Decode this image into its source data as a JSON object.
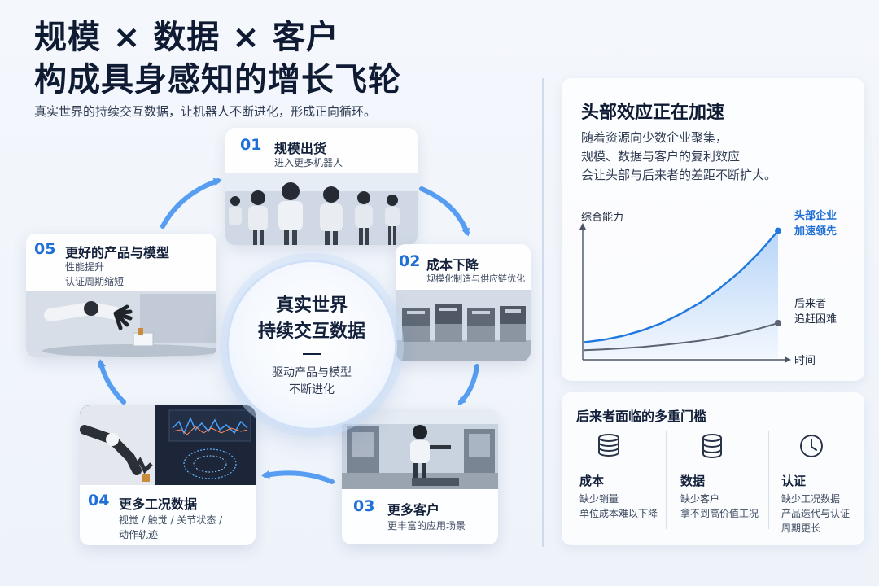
{
  "header": {
    "title_line1": "规模 × 数据 × 客户",
    "title_line2": "构成具身感知的增长飞轮",
    "subtitle": "真实世界的持续交互数据，让机器人不断进化，形成正向循环。"
  },
  "center": {
    "main_line1": "真实世界",
    "main_line2": "持续交互数据",
    "sub_line1": "驱动产品与模型",
    "sub_line2": "不断进化"
  },
  "steps": [
    {
      "num": "01",
      "title": "规模出货",
      "desc_line1": "进入更多机器人",
      "desc_line2": ""
    },
    {
      "num": "02",
      "title": "成本下降",
      "desc_line1": "规模化制造与供应链优化",
      "desc_line2": ""
    },
    {
      "num": "03",
      "title": "更多客户",
      "desc_line1": "更丰富的应用场景",
      "desc_line2": ""
    },
    {
      "num": "04",
      "title": "更多工况数据",
      "desc_line1": "视觉 / 触觉 / 关节状态 /",
      "desc_line2": "动作轨迹"
    },
    {
      "num": "05",
      "title": "更好的产品与模型",
      "desc_line1": "性能提升",
      "desc_line2": "认证周期缩短"
    }
  ],
  "right_panel": {
    "title": "头部效应正在加速",
    "desc_line1": "随着资源向少数企业聚集，",
    "desc_line2": "规模、数据与客户的复利效应",
    "desc_line3": "会让头部与后来者的差距不断扩大。",
    "y_label": "综合能力",
    "x_label": "时间",
    "leader_line1": "头部企业",
    "leader_line2": "加速领先",
    "lagger_line1": "后来者",
    "lagger_line2": "追赶困难"
  },
  "barriers": {
    "title": "后来者面临的多重门槛",
    "items": [
      {
        "icon": "coins-icon",
        "title": "成本",
        "desc_line1": "缺少销量",
        "desc_line2": "单位成本难以下降",
        "desc_line3": ""
      },
      {
        "icon": "database-icon",
        "title": "数据",
        "desc_line1": "缺少客户",
        "desc_line2": "拿不到高价值工况",
        "desc_line3": ""
      },
      {
        "icon": "clock-icon",
        "title": "认证",
        "desc_line1": "缺少工况数据",
        "desc_line2": "产品迭代与认证",
        "desc_line3": "周期更长"
      }
    ]
  },
  "chart_data": {
    "type": "line",
    "title": "",
    "xlabel": "时间",
    "ylabel": "综合能力",
    "x": [
      0,
      1,
      2,
      3,
      4,
      5,
      6,
      7,
      8,
      9,
      10
    ],
    "series": [
      {
        "name": "头部企业 加速领先",
        "values": [
          1.0,
          1.15,
          1.4,
          1.75,
          2.2,
          2.8,
          3.5,
          4.4,
          5.4,
          6.6,
          8.0
        ],
        "color": "#1f78e0"
      },
      {
        "name": "后来者 追赶困难",
        "values": [
          0.5,
          0.55,
          0.62,
          0.7,
          0.82,
          0.95,
          1.1,
          1.3,
          1.55,
          1.85,
          2.2
        ],
        "color": "#5c6473"
      }
    ],
    "ylim": [
      0,
      9
    ],
    "grid": false,
    "legend": "inline-right"
  },
  "colors": {
    "accent": "#1f6fd6",
    "arrow": "#3d8ef0",
    "leader": "#1f78e0",
    "lagger": "#5c6473"
  }
}
